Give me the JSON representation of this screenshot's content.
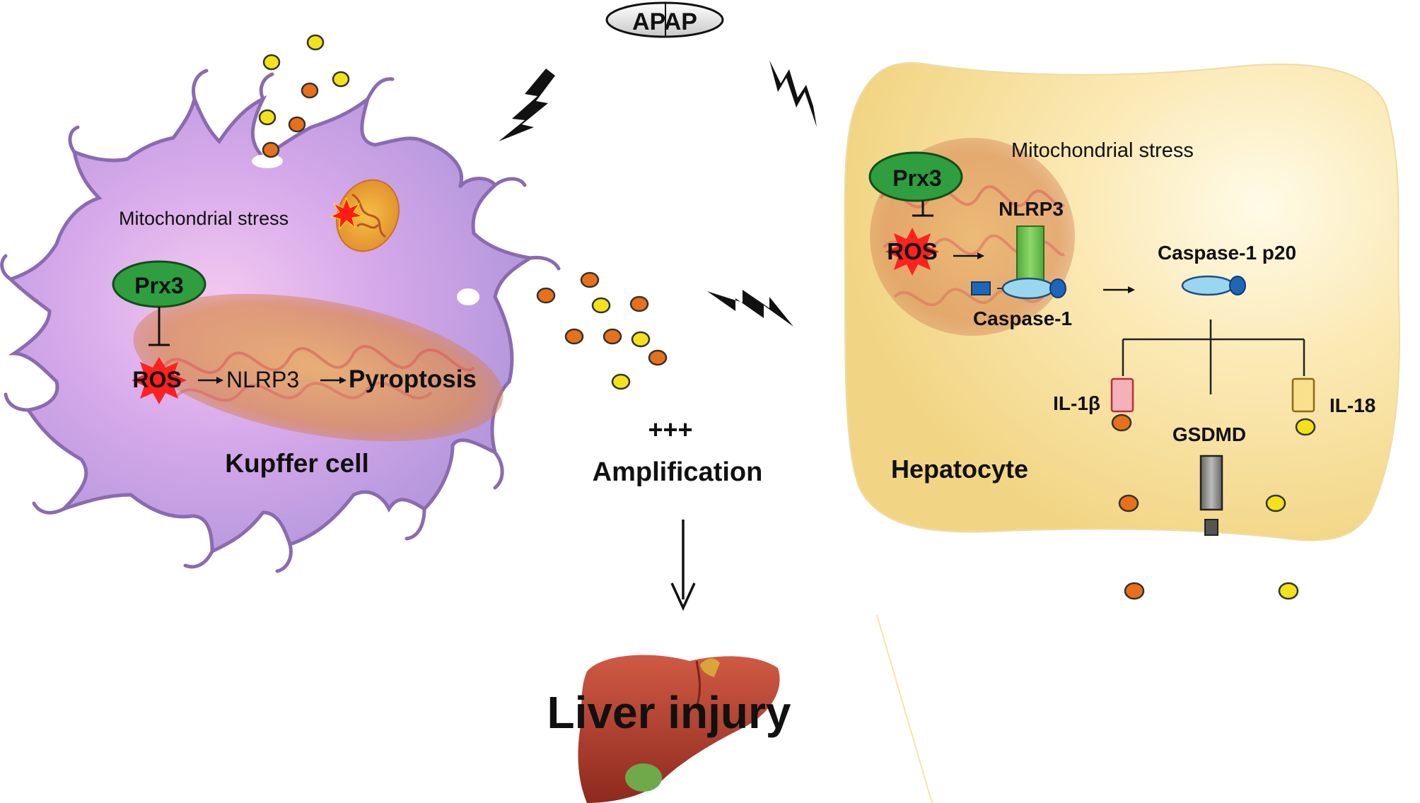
{
  "trigger": {
    "label": "APAP"
  },
  "kupffer": {
    "cell_label": "Kupffer cell",
    "stress_label": "Mitochondrial stress",
    "prx_label": "Prx3",
    "ros_label": "ROS",
    "nlrp3_label": "NLRP3",
    "pyroptosis_label": "Pyroptosis"
  },
  "center": {
    "plus_label": "+++",
    "amplification_label": "Amplification",
    "outcome_label": "Liver injury"
  },
  "hepatocyte": {
    "cell_label": "Hepatocyte",
    "stress_label": "Mitochondrial stress",
    "prx_label": "Prx3",
    "ros_label": "ROS",
    "nlrp3_label": "NLRP3",
    "caspase1_label": "Caspase-1",
    "caspase1_p20_label": "Caspase-1 p20",
    "il1b_label": "IL-1β",
    "il18_label": "IL-18",
    "gsdmd_label": "GSDMD"
  },
  "colors": {
    "kupffer_fill": "#c8a6e8",
    "kupffer_outline": "#8a6bb0",
    "hepatocyte_fill": "#f6dd92",
    "prx_green": "#2e9e3e",
    "nlrp3_green": "#6cc04a",
    "ros_red": "#ee1c1c",
    "orange_particle": "#e8701a",
    "yellow_particle": "#f3e21a",
    "liver_red": "#b43a2a"
  }
}
